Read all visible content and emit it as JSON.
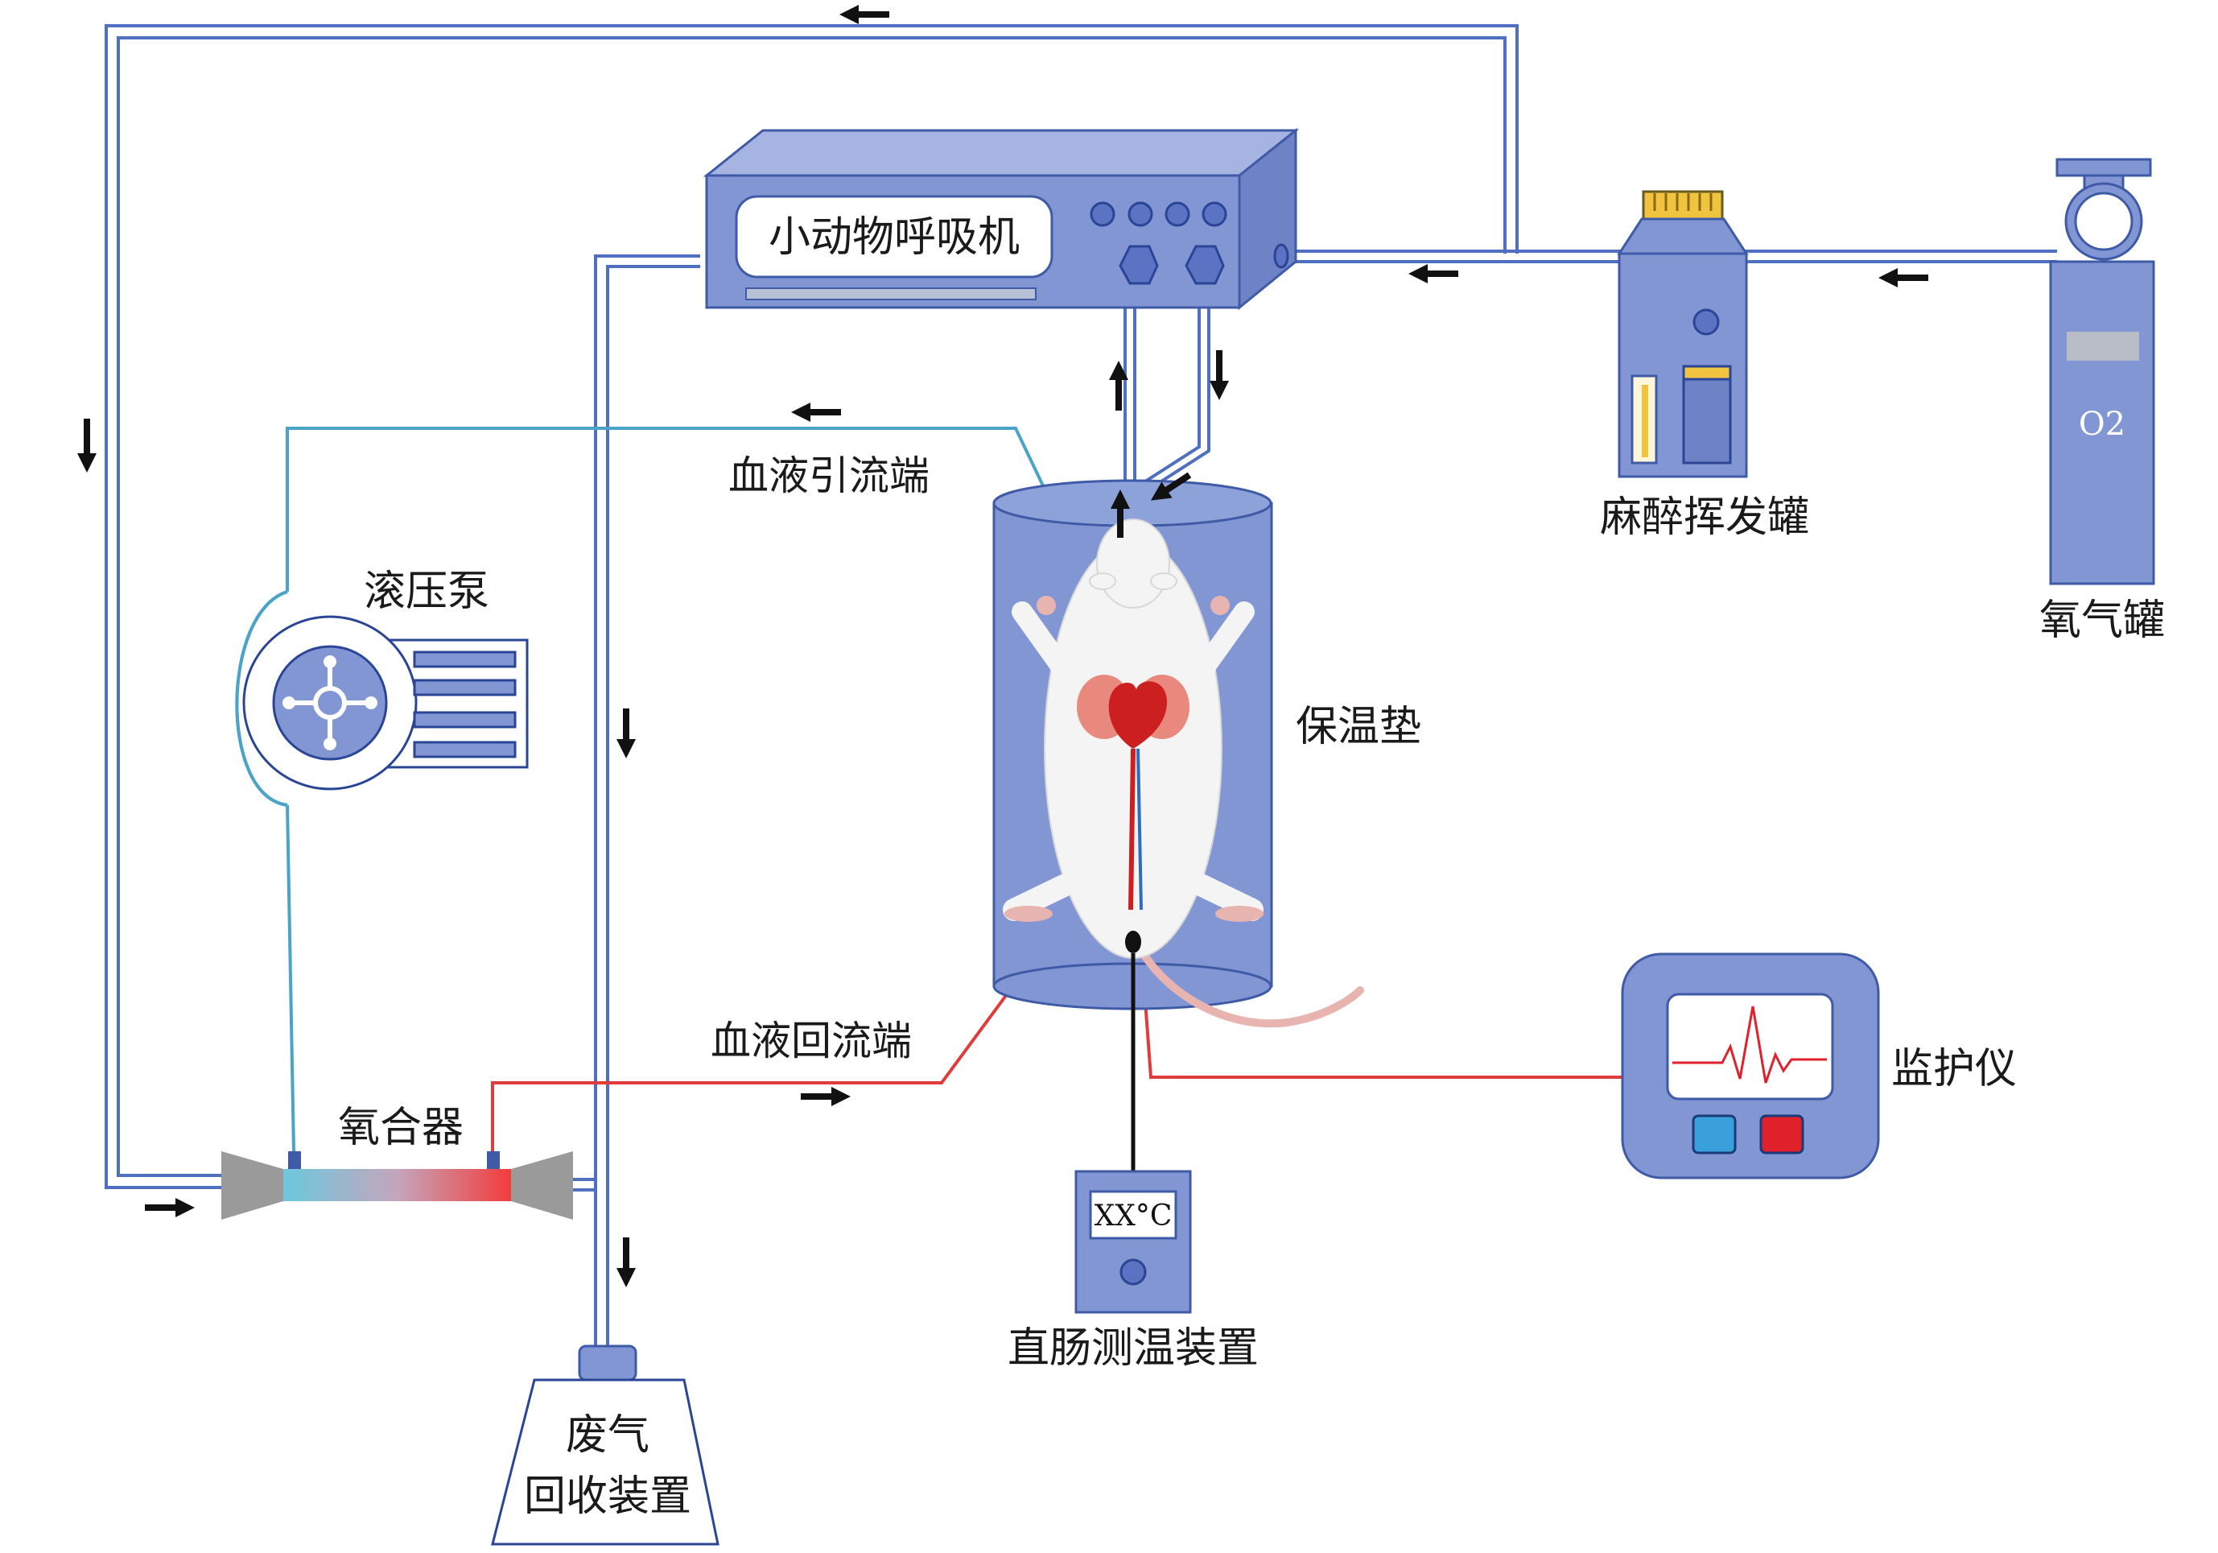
{
  "labels": {
    "ventilator": "小动物呼吸机",
    "vaporizer": "麻醉挥发罐",
    "oxygen_tank": "氧气罐",
    "oxygen_tank_marking": "O2",
    "roller_pump": "滚压泵",
    "drain_end": "血液引流端",
    "return_end": "血液回流端",
    "heating_pad": "保温垫",
    "oxygenator": "氧合器",
    "monitor": "监护仪",
    "thermometer_device": "直肠测温装置",
    "thermometer_display": "XX°C",
    "waste_gas_line1": "废气",
    "waste_gas_line2": "回收装置"
  },
  "colors": {
    "device_fill": "#8196d3",
    "device_stroke": "#3f5aa6",
    "device_light": "#a6b4e2",
    "tube": "#4f6fc0",
    "blood_drain": "#4aa3c8",
    "blood_return": "#e03c3c",
    "arrow": "#111111",
    "monitor_blue": "#3aa0dc",
    "monitor_red": "#e0202a"
  },
  "icons": [
    "flow-arrow-icon",
    "pump-rotor-icon",
    "heart-icon",
    "rat-icon",
    "waveform-icon"
  ]
}
